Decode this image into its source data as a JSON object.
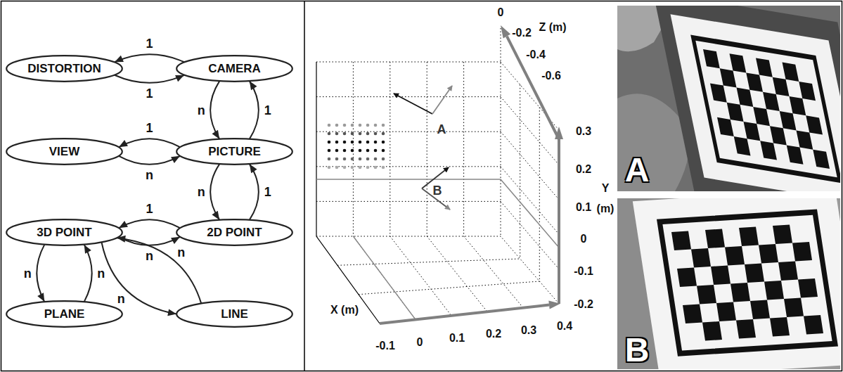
{
  "diagram": {
    "nodes": [
      {
        "text": [
          "DISTORTION"
        ]
      },
      {
        "text": [
          "CAMERA"
        ]
      },
      {
        "text": [
          "VIEW"
        ]
      },
      {
        "text": [
          "PICTURE"
        ]
      },
      {
        "text": [
          "3D POINT"
        ]
      },
      {
        "text": [
          "2D POINT"
        ]
      },
      {
        "text": [
          "PLANE"
        ]
      },
      {
        "text": [
          "LINE"
        ]
      }
    ],
    "edges": [
      {
        "from": 1,
        "to": 0,
        "label": "1",
        "arrow": "to"
      },
      {
        "from": 0,
        "to": 1,
        "label": "1",
        "arrow": "to"
      },
      {
        "from": 1,
        "to": 3,
        "label": "n",
        "arrow": "to"
      },
      {
        "from": 3,
        "to": 1,
        "label": "1",
        "arrow": "to"
      },
      {
        "from": 3,
        "to": 2,
        "label": "1",
        "arrow": "to"
      },
      {
        "from": 2,
        "to": 3,
        "label": "n",
        "arrow": "to"
      },
      {
        "from": 3,
        "to": 5,
        "label": "n",
        "arrow": "to"
      },
      {
        "from": 5,
        "to": 3,
        "label": "1",
        "arrow": "to"
      },
      {
        "from": 5,
        "to": 4,
        "label": "1",
        "arrow": "to"
      },
      {
        "from": 4,
        "to": 5,
        "label": "n",
        "arrow": "to"
      },
      {
        "from": 4,
        "to": 6,
        "label": "n",
        "arrow": "to"
      },
      {
        "from": 6,
        "to": 4,
        "label": "n",
        "arrow": "to"
      },
      {
        "from": 4,
        "to": 7,
        "label": "n",
        "arrow": "to"
      },
      {
        "from": 7,
        "to": 4,
        "label": "n",
        "arrow": "to"
      }
    ],
    "labels": [
      "0",
      "-0.2",
      "Z (m)",
      "-0.4",
      "-0.6",
      "0.3",
      "0.2",
      "Y",
      "0.1",
      "(m)",
      "0",
      "-0.1",
      "-0.2",
      "X (m)",
      "-0.1",
      "0",
      "0.1",
      "0.2",
      "0.3",
      "0.4",
      "A",
      "B",
      "A",
      "B"
    ]
  }
}
